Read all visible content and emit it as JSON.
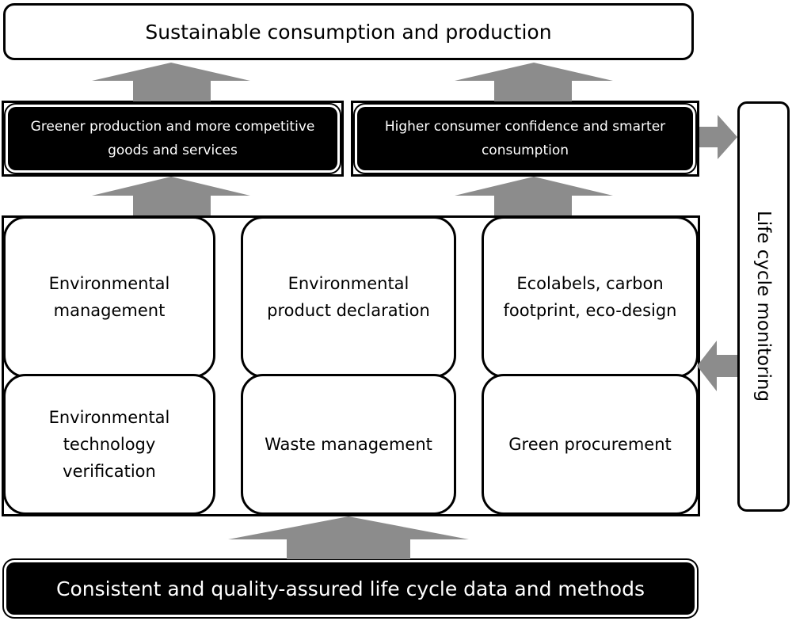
{
  "top_box": "Sustainable consumption and production",
  "outcomes": {
    "left": "Greener production and more competitive\ngoods and services",
    "right": "Higher consumer confidence and smarter\nconsumption"
  },
  "tools": [
    "Environmental\nmanagement",
    "Environmental\nproduct declaration",
    "Ecolabels, carbon\nfootprint, eco-design",
    "Environmental\ntechnology\nverification",
    "Waste management",
    "Green procurement"
  ],
  "side_panel": "Life cycle monitoring",
  "bottom_box": "Consistent and quality-assured life cycle data and methods",
  "colors": {
    "arrow": "#8c8c8c",
    "dark": "#000000",
    "light": "#ffffff"
  }
}
